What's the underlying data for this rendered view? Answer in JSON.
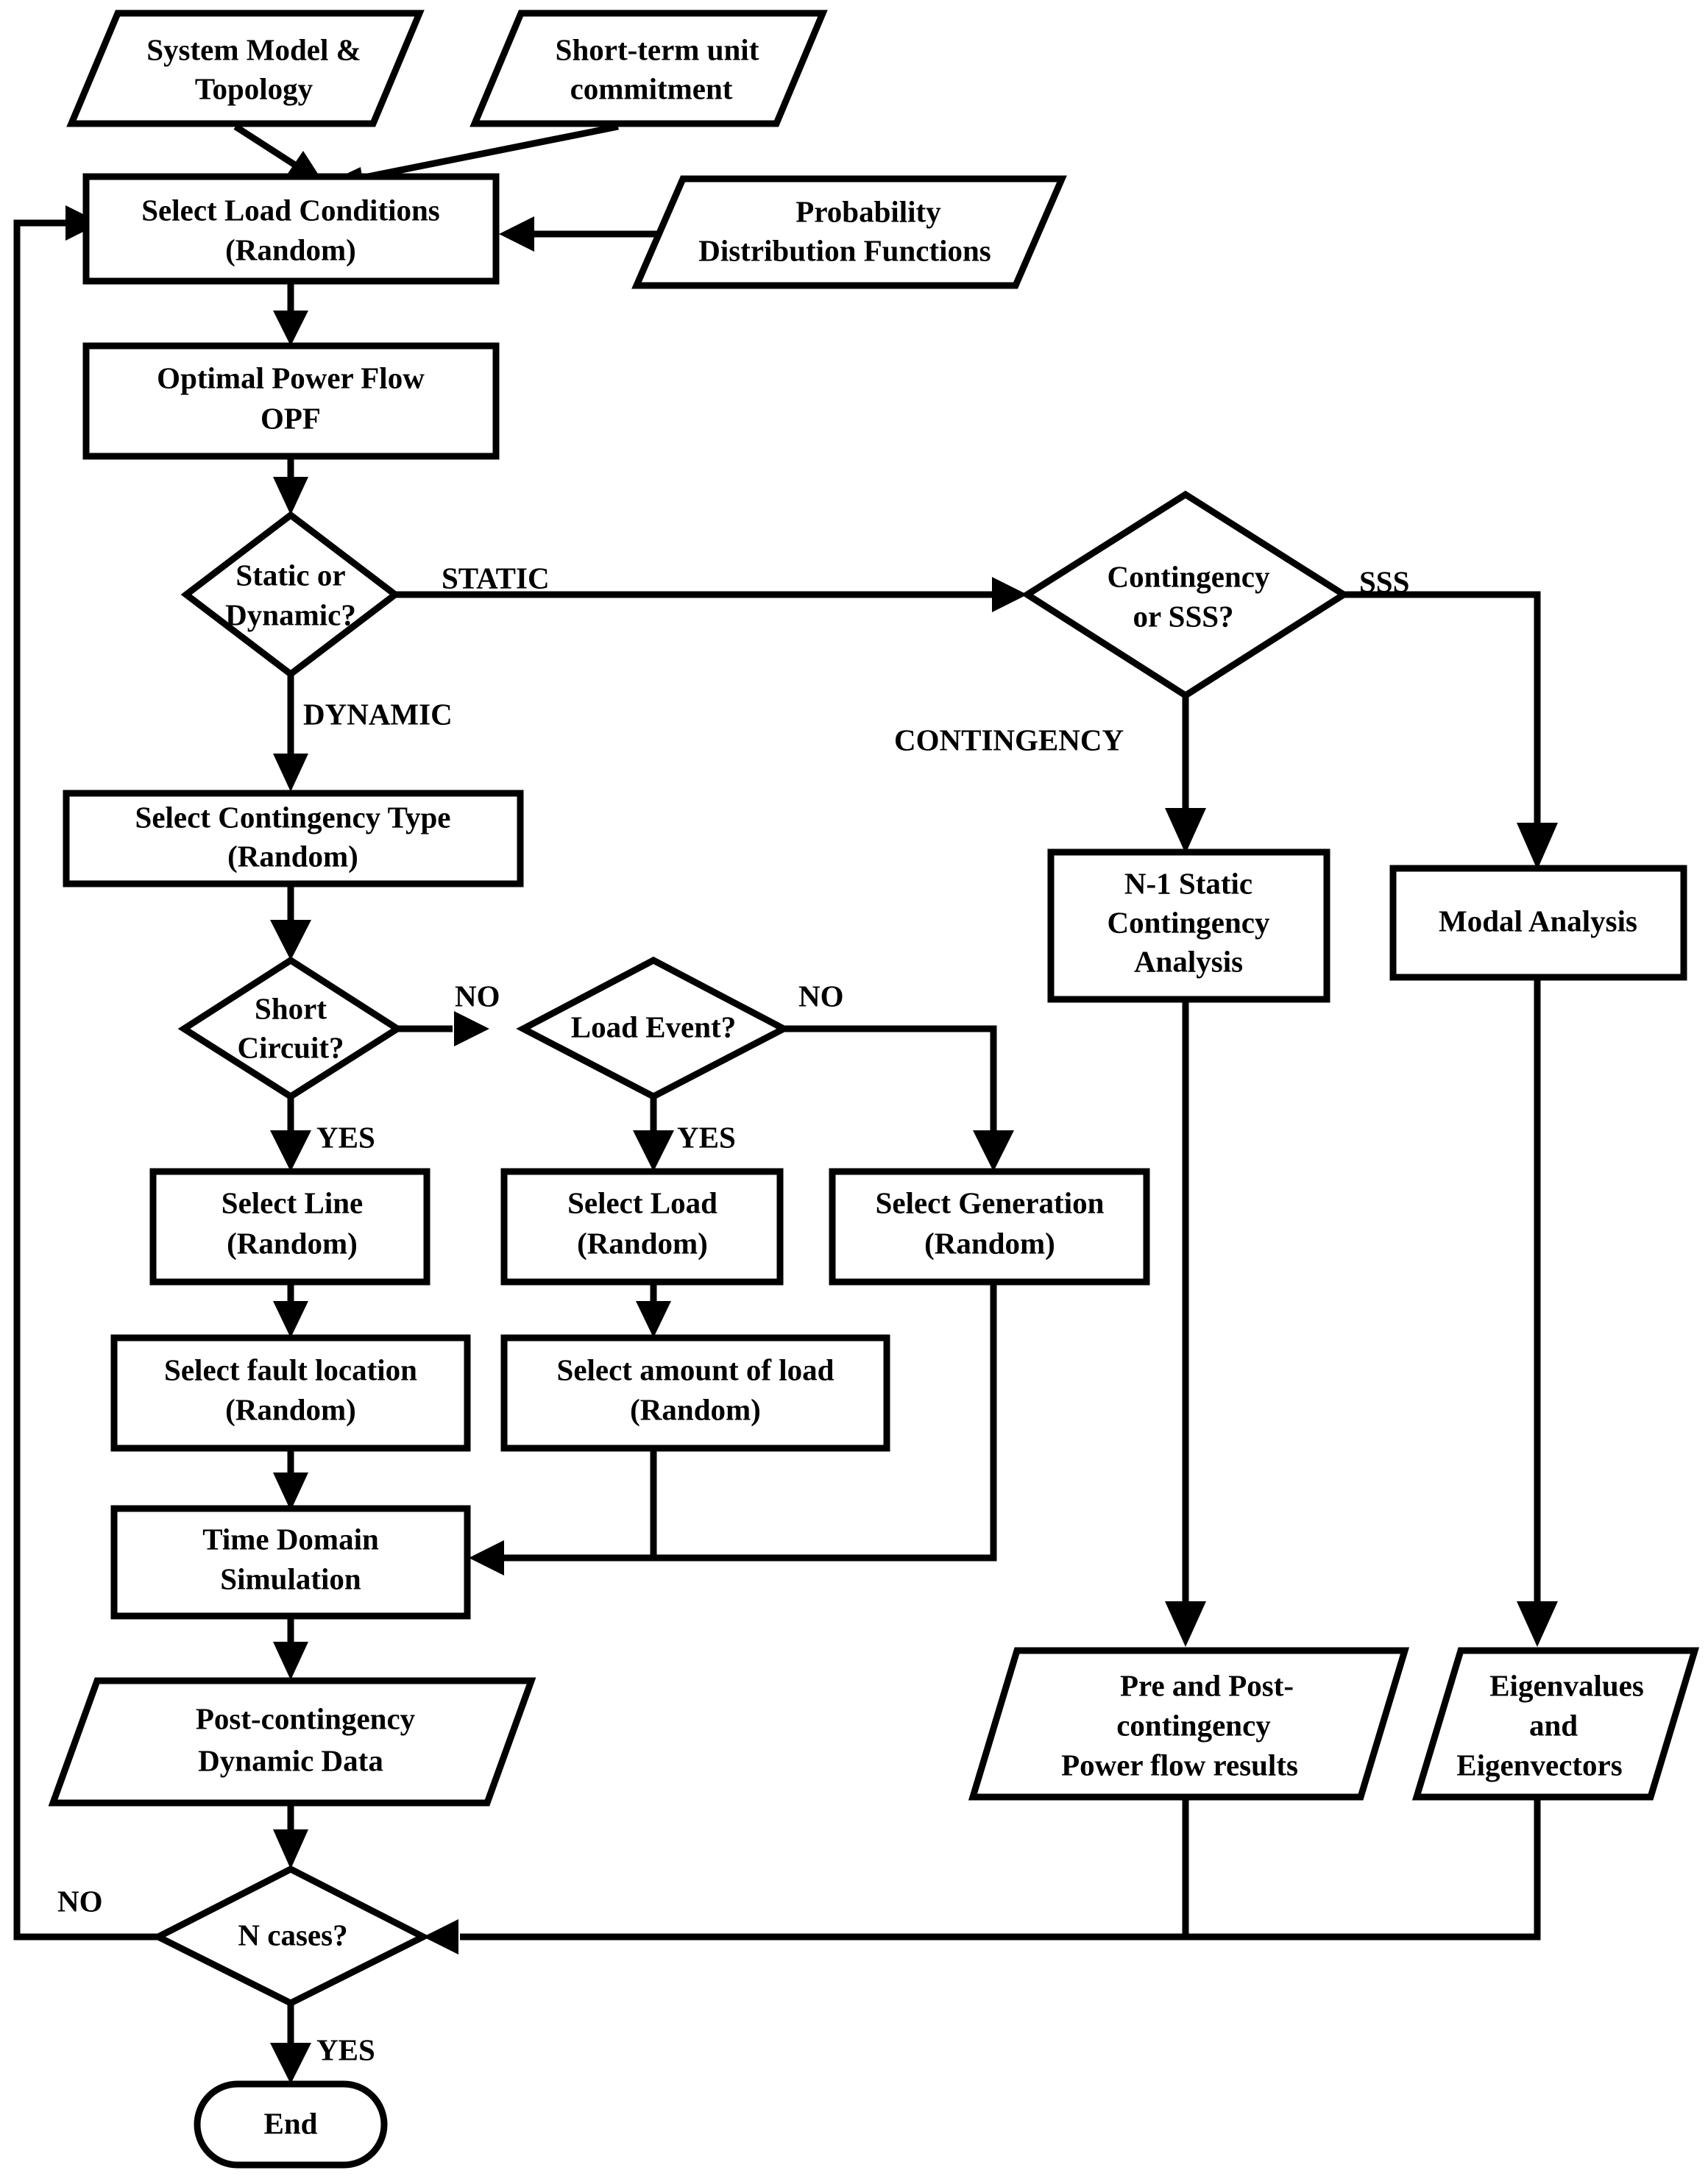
{
  "diagram": {
    "title": "Probabilistic power system security assessment flowchart",
    "colors": {
      "stroke": "#000000",
      "fill": "#ffffff",
      "text": "#000000"
    },
    "nodes": {
      "system_model": {
        "shape": "parallelogram",
        "line1": "System Model &",
        "line2": "Topology"
      },
      "short_term_uc": {
        "shape": "parallelogram",
        "line1": "Short-term unit",
        "line2": "commitment"
      },
      "pdf": {
        "shape": "parallelogram",
        "line1": "Probability",
        "line2": "Distribution Functions"
      },
      "select_load_conditions": {
        "shape": "process",
        "line1": "Select Load Conditions",
        "line2": "(Random)"
      },
      "opf": {
        "shape": "process",
        "line1": "Optimal Power Flow",
        "line2": "OPF"
      },
      "static_or_dynamic": {
        "shape": "decision",
        "line1": "Static or",
        "line2": "Dynamic?"
      },
      "contingency_or_sss": {
        "shape": "decision",
        "line1": "Contingency",
        "line2": "or SSS?"
      },
      "n1_static": {
        "shape": "process",
        "line1": "N-1 Static",
        "line2": "Contingency",
        "line3": "Analysis"
      },
      "modal_analysis": {
        "shape": "process",
        "line1": "Modal Analysis"
      },
      "select_contingency_type": {
        "shape": "process",
        "line1": "Select Contingency Type",
        "line2": "(Random)"
      },
      "short_circuit": {
        "shape": "decision",
        "line1": "Short",
        "line2": "Circuit?"
      },
      "load_event": {
        "shape": "decision",
        "line1": "Load Event?"
      },
      "select_line": {
        "shape": "process",
        "line1": "Select Line",
        "line2": "(Random)"
      },
      "select_load": {
        "shape": "process",
        "line1": "Select Load",
        "line2": "(Random)"
      },
      "select_generation": {
        "shape": "process",
        "line1": "Select Generation",
        "line2": "(Random)"
      },
      "select_fault_location": {
        "shape": "process",
        "line1": "Select fault location",
        "line2": "(Random)"
      },
      "select_amount_of_load": {
        "shape": "process",
        "line1": "Select amount of load",
        "line2": "(Random)"
      },
      "time_domain_simulation": {
        "shape": "process",
        "line1": "Time Domain",
        "line2": "Simulation"
      },
      "post_contingency_data": {
        "shape": "parallelogram",
        "line1": "Post-contingency",
        "line2": "Dynamic Data"
      },
      "pre_post_power_flow": {
        "shape": "parallelogram",
        "line1": "Pre and Post-",
        "line2": "contingency",
        "line3": "Power flow results"
      },
      "eigen": {
        "shape": "parallelogram",
        "line1": "Eigenvalues",
        "line2": "and",
        "line3": "Eigenvectors"
      },
      "n_cases": {
        "shape": "decision",
        "line1": "N cases?"
      },
      "end": {
        "shape": "terminator",
        "line1": "End"
      }
    },
    "edge_labels": {
      "static": "STATIC",
      "dynamic": "DYNAMIC",
      "sss": "SSS",
      "contingency": "CONTINGENCY",
      "sc_no": "NO",
      "sc_yes": "YES",
      "le_no": "NO",
      "le_yes": "YES",
      "ncases_no": "NO",
      "ncases_yes": "YES"
    }
  }
}
